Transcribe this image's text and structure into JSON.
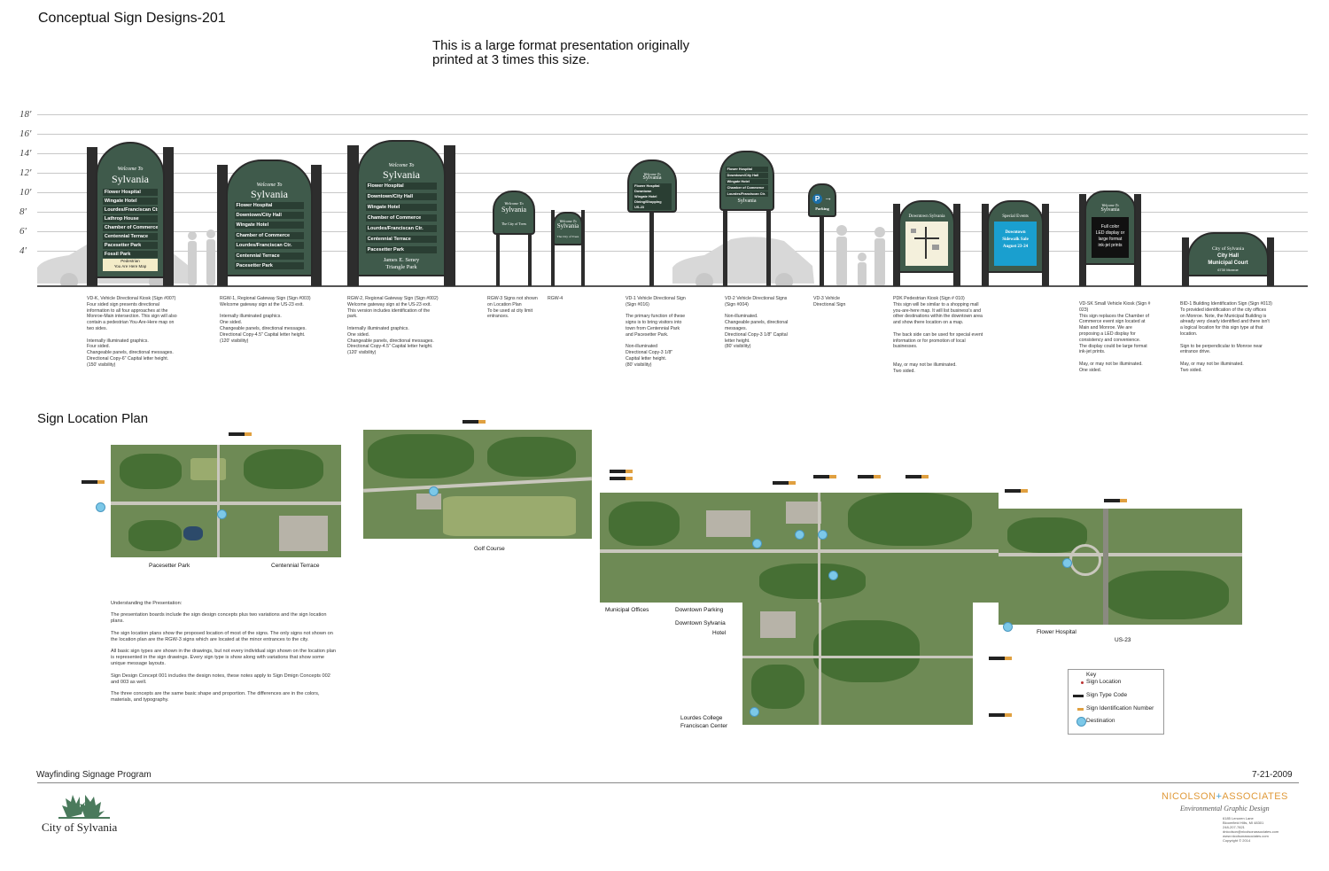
{
  "header": {
    "title": "Conceptual Sign Designs-201",
    "note_line1": "This is a large format presentation originally",
    "note_line2": "printed at 3 times this size."
  },
  "scale": {
    "labels": [
      "18′",
      "16′",
      "14′",
      "12′",
      "10′",
      "8′",
      "6′",
      "4′"
    ]
  },
  "signs": {
    "vdk": {
      "welcome": "Welcome To",
      "name": "Sylvania",
      "items": [
        "Flower Hospital",
        "Wingate Hotel",
        "Lourdes/Franciscan Ctr.",
        "Lathrop House",
        "Chamber of Commerce",
        "Centennial Terrace",
        "Pacesetter Park",
        "Fossil Park"
      ],
      "footer1": "Pedestrian",
      "footer2": "You Are Here Map"
    },
    "rgw1": {
      "welcome": "Welcome To",
      "name": "Sylvania",
      "items": [
        "Flower Hospital",
        "Downtown/City Hall",
        "Wingate Hotel",
        "Chamber of Commerce",
        "Lourdes/Franciscan Ctr.",
        "Centennial Terrace",
        "Pacesetter Park"
      ]
    },
    "rgw2": {
      "welcome": "Welcome To",
      "name": "Sylvania",
      "items": [
        "Flower Hospital",
        "Downtown/City Hall",
        "Wingate Hotel",
        "Chamber of Commerce",
        "Lourdes/Franciscan Ctr.",
        "Centennial Terrace",
        "Pacesetter Park"
      ],
      "footer1": "James E. Seney",
      "footer2": "Triangle Park"
    },
    "rgw3": {
      "welcome": "Welcome To",
      "name": "Sylvania",
      "sub": "The City of Trees"
    },
    "rgw4": {
      "welcome": "Welcome To",
      "name": "Sylvania",
      "sub": "The City of Trees"
    },
    "vd1": {
      "welcome": "Welcome To",
      "name": "Sylvania",
      "items": [
        "Flower Hospital",
        "Downtown",
        "Wingate Hotel",
        "Dining/Shopping",
        "US-23"
      ]
    },
    "vd2": {
      "items": [
        "Flower Hospital",
        "Downtown/City Hall",
        "Wingate Hotel",
        "Chamber of Commerce",
        "Lourdes/Franciscan Ctr."
      ],
      "name": "Sylvania"
    },
    "vd3": {
      "letter": "P",
      "label": "Parking"
    },
    "pdk": {
      "title": "Downtown Sylvania"
    },
    "special": {
      "title": "Special Events",
      "event1": "Downtown",
      "event2": "Sidewalk Sale",
      "event3": "August 23-24"
    },
    "vdsk": {
      "welcome": "Welcome To",
      "name": "Sylvania",
      "led1": "Full color",
      "led2": "LED display or",
      "led3": "large format",
      "led4": "ink-jet prints"
    },
    "bid1": {
      "name": "City of Sylvania",
      "line1": "City Hall",
      "line2": "Municipal Court",
      "addr": "6730 Monroe"
    }
  },
  "captions": [
    "VD-K, Vehicle Directional Kiosk (Sign #007)\nFour sided sign presents directional\ninformation to all four approaches at the\nMonroe-Main intersection. This sign will also\ncontain a pedestrian You-Are-Here map on\ntwo sides.\n\nInternally illuminated graphics.\nFour sided.\nChangeable panels, directional messages.\nDirectional Copy-6\" Capital letter height.\n(150' visibility)",
    "RGW-1, Regional Gateway Sign (Sign #003)\nWelcome gateway sign at the US-23 exit.\n\nInternally illuminated graphics.\nOne sided.\nChangeable panels, directional messages.\nDirectional Copy-4.5\" Capital letter height.\n(120' visibility)",
    "RGW-2, Regional Gateway Sign (Sign #002)\nWelcome gateway sign at the US-23 exit.\nThis version includes identification of the\npark.\n\nInternally illuminated graphics.\nOne sided.\nChangeable panels, directional messages.\nDirectional Copy-4.5\" Capital letter height.\n(120' visibility)",
    "RGW-3 Signs not shown\non Location Plan\nTo be used at city limit\nentrances.",
    "RGW-4",
    "VD-1 Vehicle Directional Sign\n(Sign #016)\n\nThe primary function of these\nsigns is to bring visitors into\ntown from Centennial Park\nand Pacesetter Park.\n\nNon-illuminated\nDirectional Copy-3 1/8\"\nCapital letter height.\n(80' visibility)",
    "VD-2 Vehicle Directional Signs\n(Sign #004)\n\nNon-illuminated.\nChangeable panels, directional\nmessages.\nDirectional Copy-3 1/8\" Capital\nletter height.\n(80' visibility)",
    "VD-3 Vehicle\nDirectional Sign",
    "PDK Pedestrian Kiosk (Sign # 010)\nThis sign will be similar to a shopping mall\nyou-are-here map. It will list business's and\nother destinations within the downtown area\nand show there location on a map.\n\nThe back side can be used for special event\ninformation or for promotion of local\nbusinesses.\n\n\nMay, or may not be illuminated.\nTwo sided.",
    "VD-SK Small Vehicle Kiosk (Sign #\n023)\nThis sign replaces the Chamber of\nCommerce event sign located at\nMain and Monroe. We are\nproposing a LED display for\nconsistency and convenience.\nThe display could be large format\nink-jet prints.\n\nMay, or may not be illuminated.\nOne sided.",
    "BID-1 Building Identification Sign (Sign #013)\nTo provided identification of the city offices\non Monroe. Note, the Municipal Building is\nalready very clearly identified and there isn't\na logical location for this sign type at that\nlocation.\n\nSign to be perpendicular to Monroe near\nentrance drive.\n\nMay, or may not be illuminated.\nTwo sided."
  ],
  "location_plan": {
    "title": "Sign Location Plan",
    "labels": {
      "pacesetter": "Pacesetter Park",
      "centennial": "Centennial Terrace",
      "golf": "Golf Course",
      "municipal": "Municipal Offices",
      "downtown_parking": "Downtown Parking",
      "downtown_sylvania": "Downtown Sylvania",
      "hotel": "Hotel",
      "flower": "Flower Hospital",
      "us23": "US-23",
      "lourdes1": "Lourdes College",
      "lourdes2": "Franciscan Center"
    },
    "key": {
      "title": "Key",
      "location": "Sign Location",
      "type_code": "Sign Type Code",
      "id_number": "Sign Identification Number",
      "destination": "Destination"
    }
  },
  "understanding": [
    "Understanding the Presentation:",
    "The  presentation boards include the sign design concepts plus two variations and the sign location plans.",
    "The sign location plans show the proposed location of most of the signs. The only signs not shown on the location plan are the RGW-3 signs which are located at the minor entrances to the city.",
    "All basic sign types are shown in the drawings, but not every individual sign shown on the location plan is represented in the sign drawings. Every sign type is show along with variations that show some unique message layouts.",
    "Sign Design Concept 001 includes the design notes, these notes apply to Sign Dmign Concepts 002 and 003 as well.",
    "The three concepts are the same basic shape and proportion. The differences are in the colors, materials, and typography."
  ],
  "footer": {
    "program": "Wayfinding Signage Program",
    "date": "7-21-2009",
    "city": "City of Sylvania",
    "firm_a": "NICOLSON",
    "firm_plus": "+",
    "firm_b": "ASSOCIATES",
    "firm_sub": "Environmental Graphic Design",
    "contact": [
      "6185 Lenoren Lane",
      "Bloomfield Hills, MI 48301",
      "248-207-7821",
      "dnicolson@nicolsonassociates.com",
      "www.nicolsonassociates.com",
      "Copyright © 2014"
    ]
  },
  "colors": {
    "sign_green": "#3f5a4b",
    "sign_dark": "#2a3e33",
    "firm_orange": "#e09a3a",
    "logo_green": "#4a7a5c",
    "destination": "#7cc8e8"
  }
}
